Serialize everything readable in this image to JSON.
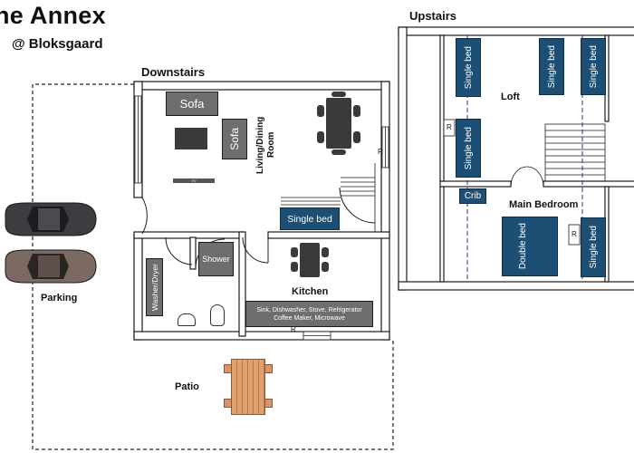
{
  "header": {
    "title": "ne Annex",
    "subtitle": "@ Bloksgaard"
  },
  "downstairs": {
    "label": "Downstairs",
    "rooms": {
      "living": "Living/Dining Room",
      "kitchen": "Kitchen"
    },
    "furniture": {
      "sofa_1": "Sofa",
      "sofa_2": "Sofa",
      "tv": "TV",
      "single_bed": "Single bed",
      "shower": "Shower",
      "washer_dryer": "Washer/Dryer",
      "kitchen_line_1": "Sink, Dishwasher, Stove, Refrigerator",
      "kitchen_line_2": "Coffee Maker, Microwave"
    },
    "radiator_marks": [
      "R",
      "R"
    ]
  },
  "upstairs": {
    "label": "Upstairs",
    "rooms": {
      "loft": "Loft",
      "main_bedroom": "Main Bedroom"
    },
    "beds": {
      "loft_bed_left": "Single bed",
      "loft_bed_mid": "Single bed",
      "loft_bed_right": "Single bed",
      "loft_bed_lower": "Single bed",
      "crib": "Crib",
      "double_bed": "Double bed",
      "bedroom_single": "Single bed"
    },
    "radiator_marks": [
      "R",
      "R"
    ]
  },
  "outdoor": {
    "parking": "Parking",
    "patio": "Patio"
  },
  "colors": {
    "bed_blue": "#1d4e74",
    "furniture_grey": "#6e6e6e",
    "wall": "#1c1c1c",
    "table_dark": "#3a3a3a",
    "patio_wood": "#d9956a"
  }
}
